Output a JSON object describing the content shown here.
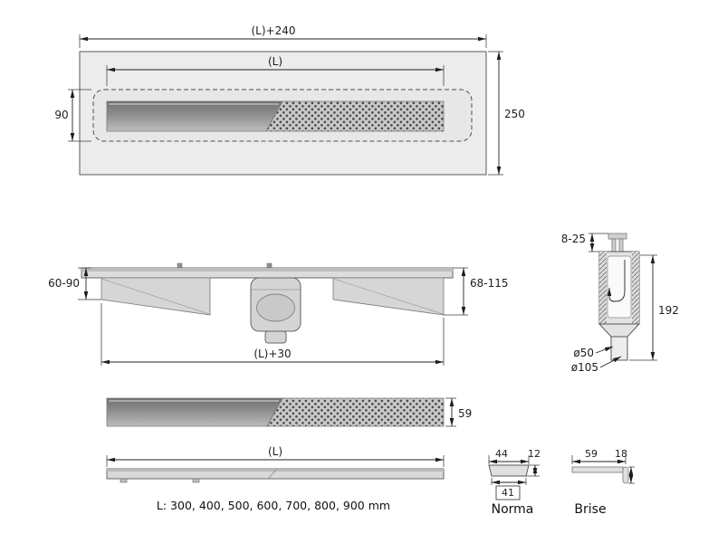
{
  "top_view": {
    "dim_total": "(L)+240",
    "dim_inner": "(L)",
    "dim_height": "250",
    "dim_channel": "90"
  },
  "elevation": {
    "dim_left": "60-90",
    "dim_right": "68-115",
    "dim_length": "(L)+30"
  },
  "section": {
    "dim_top": "8-25",
    "dim_height": "192",
    "dim_pipe": "ø50",
    "dim_flange": "ø105"
  },
  "profile": {
    "dim_height": "59"
  },
  "rail": {
    "dim_length": "(L)",
    "note": "L: 300, 400, 500, 600, 700, 800, 900 mm"
  },
  "variants": {
    "norma": {
      "label": "Norma",
      "dim_top": "44",
      "dim_height": "12",
      "dim_bottom": "41"
    },
    "brise": {
      "label": "Brise",
      "dim_width": "59",
      "dim_height": "18"
    }
  }
}
